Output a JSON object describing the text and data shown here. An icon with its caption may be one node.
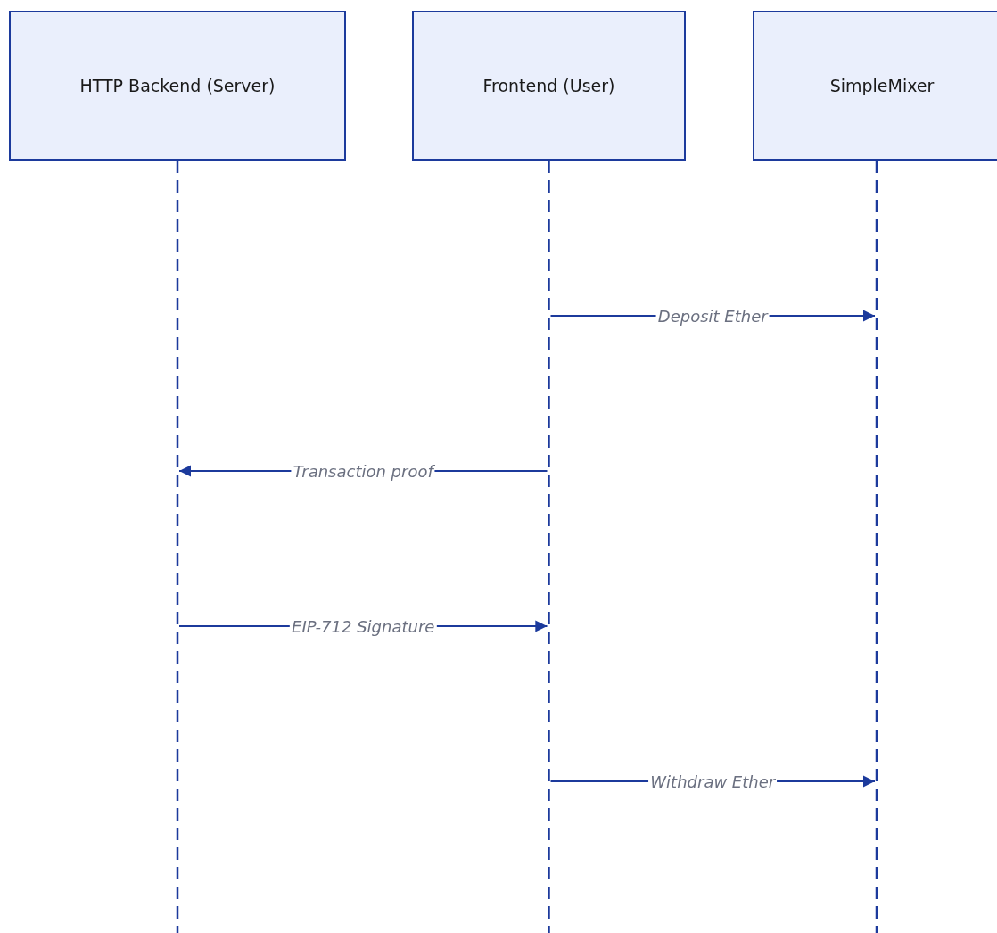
{
  "diagram": {
    "nodes": [
      {
        "text": [
          "HTTP Backend (Server)"
        ]
      },
      {
        "text": [
          "Frontend (User)"
        ]
      },
      {
        "text": [
          "SimpleMixer"
        ]
      }
    ],
    "edges": [
      {
        "from": 1,
        "to": 2,
        "arrow": "to",
        "label": "Deposit Ether"
      },
      {
        "from": 1,
        "to": 0,
        "arrow": "to",
        "label": "Transaction proof"
      },
      {
        "from": 0,
        "to": 1,
        "arrow": "to",
        "label": "EIP-712 Signature"
      },
      {
        "from": 1,
        "to": 2,
        "arrow": "to",
        "label": "Withdraw Ether"
      }
    ]
  }
}
